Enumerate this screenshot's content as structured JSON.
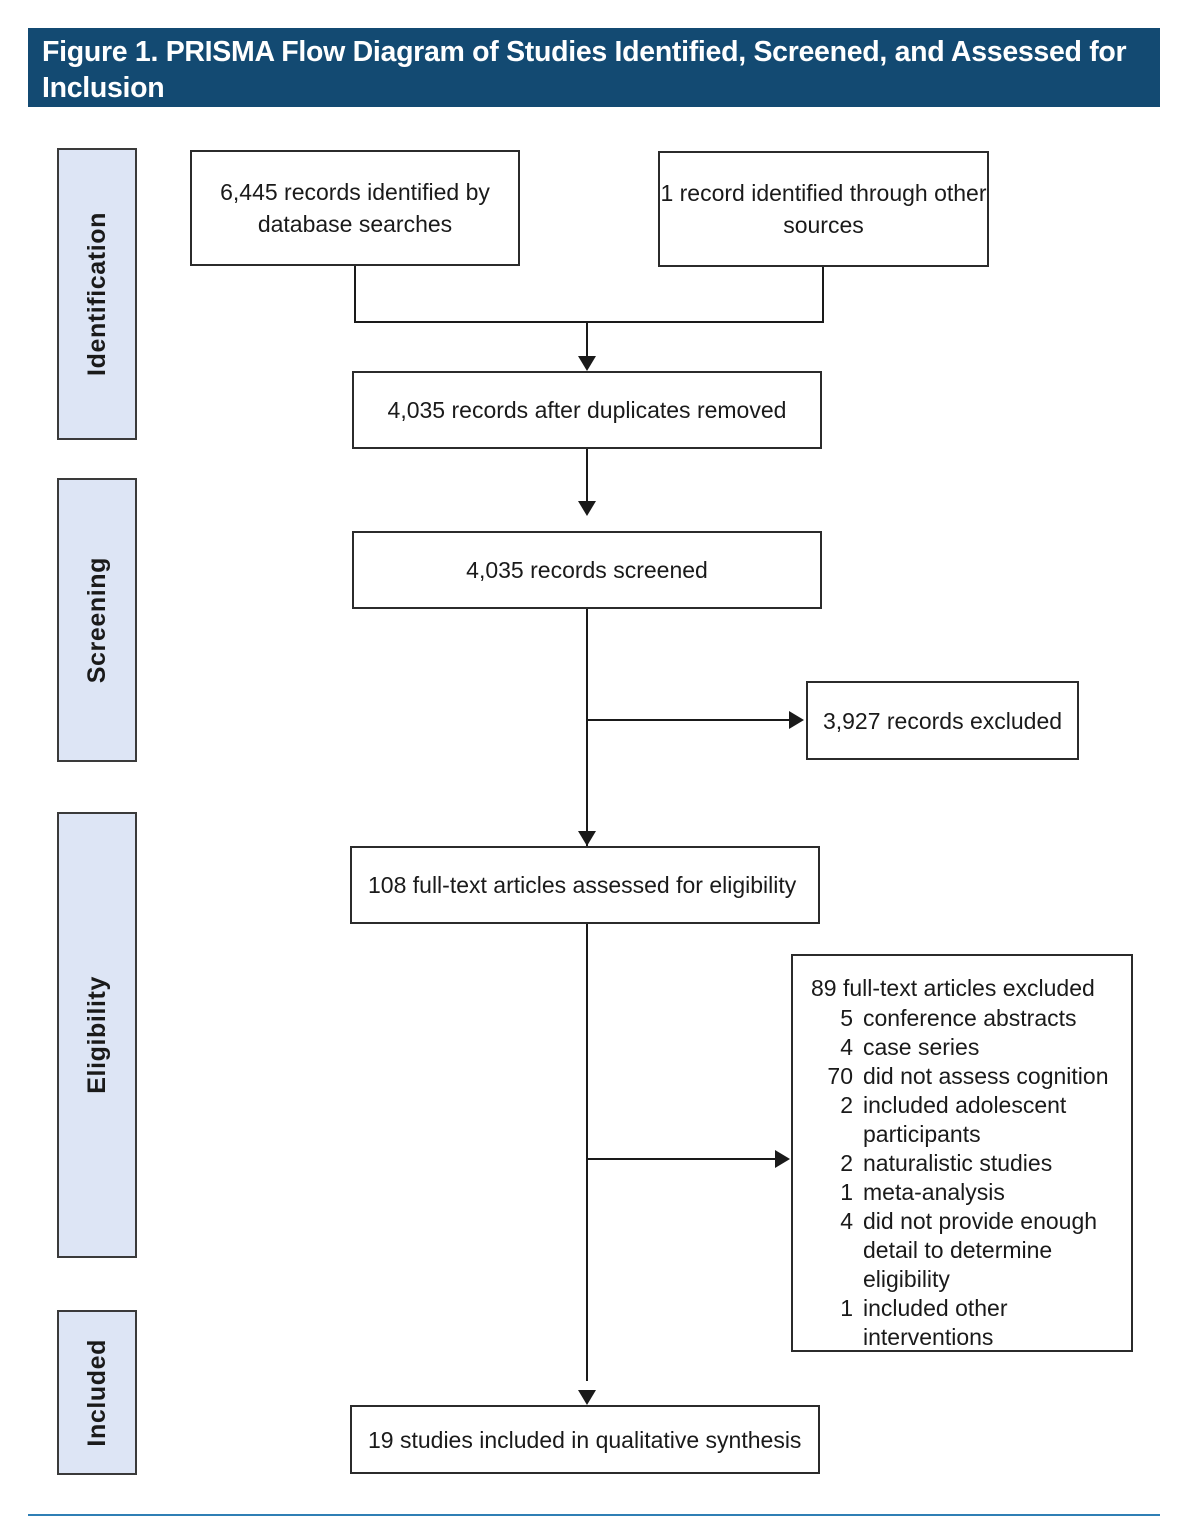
{
  "header": {
    "title": "Figure 1. PRISMA Flow Diagram of Studies Identified, Screened, and Assessed for Inclusion",
    "bg_color": "#134a72",
    "text_color": "#ffffff"
  },
  "stages": [
    {
      "id": "identification",
      "label": "Identification"
    },
    {
      "id": "screening",
      "label": "Screening"
    },
    {
      "id": "eligibility",
      "label": "Eligibility"
    },
    {
      "id": "included",
      "label": "Included"
    }
  ],
  "stage_box_color": "#dde5f5",
  "boxes": {
    "db_records": "6,445 records identified\nby database searches",
    "other_records": "1 record identified through\nother sources",
    "after_dupes": "4,035 records after duplicates removed",
    "screened": "4,035 records screened",
    "excluded_records": "3,927 records excluded",
    "fulltext_assessed": "108 full-text articles assessed for eligibility",
    "included_studies": "19 studies included in qualitative synthesis"
  },
  "exclusions": {
    "heading": "89 full-text articles excluded",
    "reasons": [
      {
        "count": "5",
        "reason": "conference abstracts"
      },
      {
        "count": "4",
        "reason": "case series"
      },
      {
        "count": "70",
        "reason": "did not assess cognition"
      },
      {
        "count": "2",
        "reason": "included adolescent participants"
      },
      {
        "count": "2",
        "reason": "naturalistic studies"
      },
      {
        "count": "1",
        "reason": "meta-analysis"
      },
      {
        "count": "4",
        "reason": "did not provide enough detail to determine eligibility"
      },
      {
        "count": "1",
        "reason": "included other interventions"
      }
    ]
  },
  "chart_data": {
    "type": "diagram",
    "title": "Figure 1. PRISMA Flow Diagram of Studies Identified, Screened, and Assessed for Inclusion",
    "nodes": [
      {
        "id": "db_records",
        "stage": "Identification",
        "value": 6445,
        "label": "6,445 records identified by database searches"
      },
      {
        "id": "other_records",
        "stage": "Identification",
        "value": 1,
        "label": "1 record identified through other sources"
      },
      {
        "id": "after_dupes",
        "stage": "Identification",
        "value": 4035,
        "label": "4,035 records after duplicates removed"
      },
      {
        "id": "screened",
        "stage": "Screening",
        "value": 4035,
        "label": "4,035 records screened"
      },
      {
        "id": "excluded_records",
        "stage": "Screening",
        "value": 3927,
        "label": "3,927 records excluded"
      },
      {
        "id": "fulltext_assessed",
        "stage": "Eligibility",
        "value": 108,
        "label": "108 full-text articles assessed for eligibility"
      },
      {
        "id": "fulltext_excluded",
        "stage": "Eligibility",
        "value": 89,
        "label": "89 full-text articles excluded"
      },
      {
        "id": "included_studies",
        "stage": "Included",
        "value": 19,
        "label": "19 studies included in qualitative synthesis"
      }
    ],
    "edges": [
      {
        "from": "db_records",
        "to": "after_dupes"
      },
      {
        "from": "other_records",
        "to": "after_dupes"
      },
      {
        "from": "after_dupes",
        "to": "screened"
      },
      {
        "from": "screened",
        "to": "excluded_records"
      },
      {
        "from": "screened",
        "to": "fulltext_assessed"
      },
      {
        "from": "fulltext_assessed",
        "to": "fulltext_excluded"
      },
      {
        "from": "fulltext_assessed",
        "to": "included_studies"
      }
    ],
    "exclusion_breakdown": {
      "conference abstracts": 5,
      "case series": 4,
      "did not assess cognition": 70,
      "included adolescent participants": 2,
      "naturalistic studies": 2,
      "meta-analysis": 1,
      "did not provide enough detail to determine eligibility": 4,
      "included other interventions": 1
    }
  }
}
